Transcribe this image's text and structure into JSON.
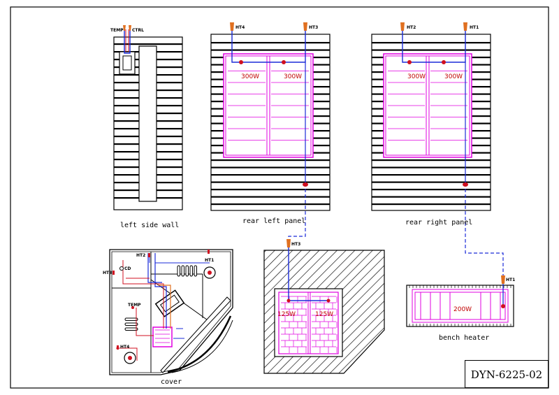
{
  "labels": {
    "left_side_wall": "left side wall",
    "rear_left_panel": "rear left panel",
    "rear_right_panel": "rear right panel",
    "cover": "cover",
    "bench_heater": "bench heater"
  },
  "tags": {
    "temp": "TEMP",
    "ctrl": "CTRL",
    "ht1": "HT1",
    "ht2": "HT2",
    "ht3": "HT3",
    "ht4": "HT4",
    "cd": "CD"
  },
  "wattage": {
    "w300": "300W",
    "w125": "125W",
    "w200": "200W"
  },
  "model_number": "DYN-6225-02",
  "colors": {
    "wire_blue": "#1b2bd8",
    "heater_magenta": "#e000e0",
    "connector_orange": "#e07020",
    "node_red": "#d01020",
    "label_red": "#c00000",
    "ink": "#000000"
  }
}
